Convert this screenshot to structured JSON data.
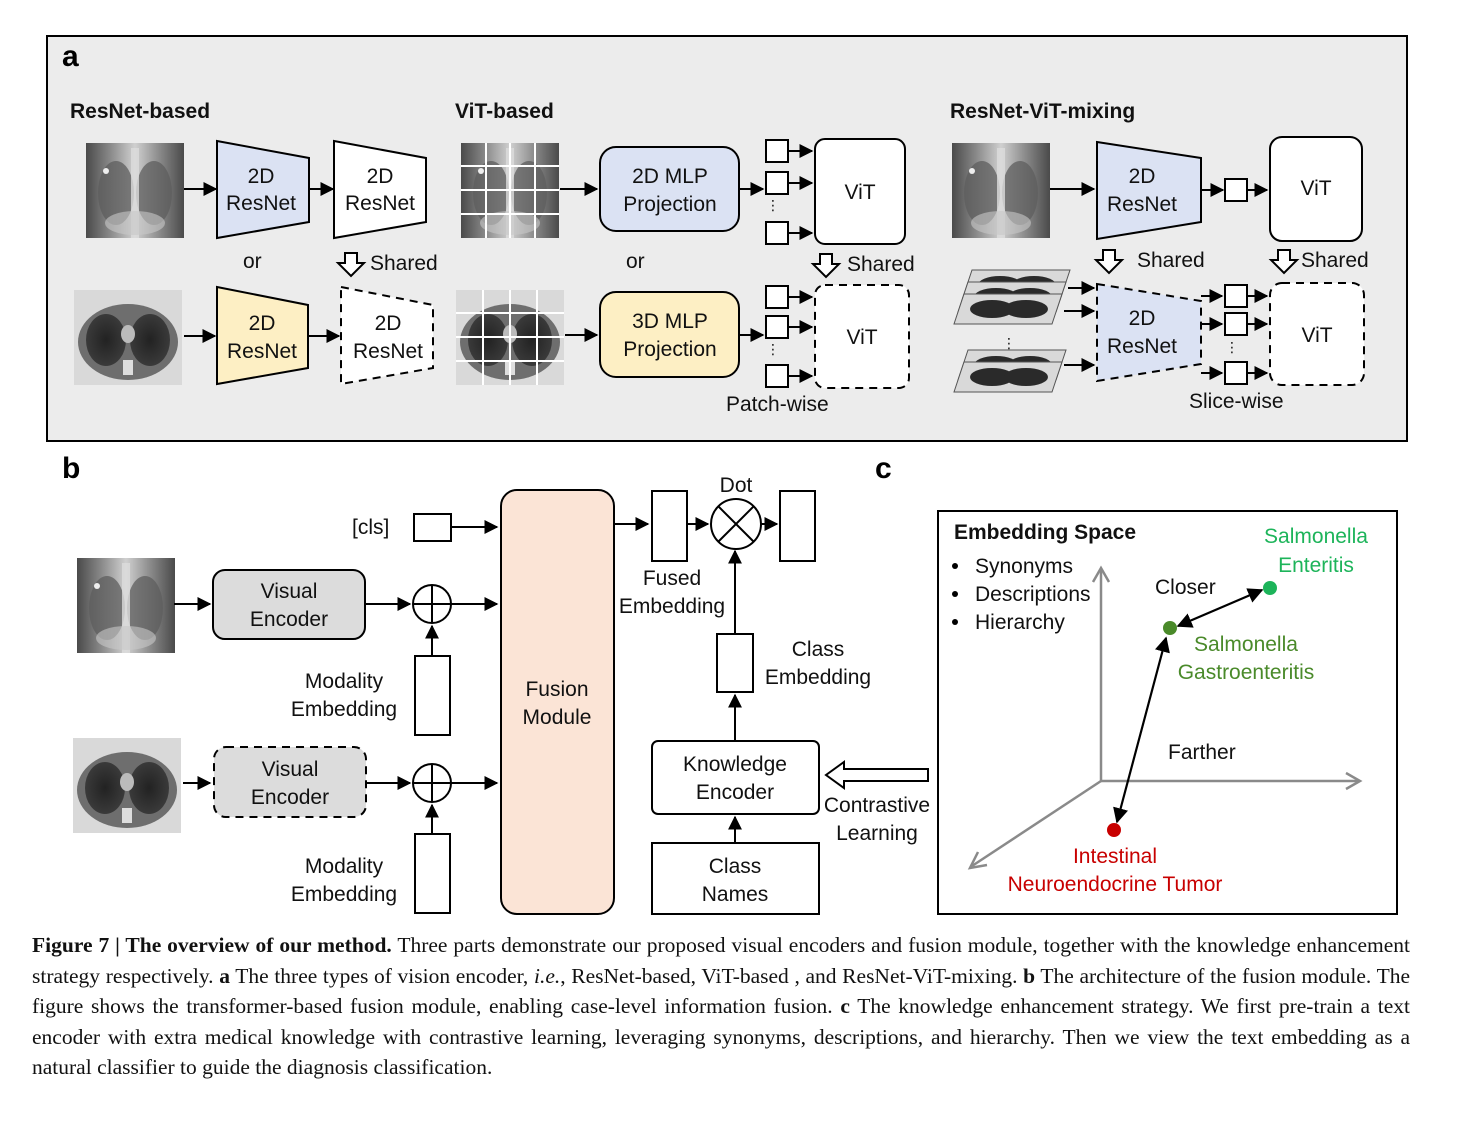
{
  "panel_a": {
    "letter": "a",
    "resnet_based": {
      "title": "ResNet-based",
      "block_2d": "2D",
      "block_resnet": "ResNet",
      "or_label": "or",
      "shared_label": "Shared"
    },
    "vit_based": {
      "title": "ViT-based",
      "mlp2d_line1": "2D MLP",
      "mlp3d_line1": "3D MLP",
      "projection": "Projection",
      "vit": "ViT",
      "or_label": "or",
      "shared_label": "Shared",
      "patch_wise": "Patch-wise"
    },
    "mixing": {
      "title": "ResNet-ViT-mixing",
      "block_2d": "2D",
      "block_resnet": "ResNet",
      "vit": "ViT",
      "shared_label": "Shared",
      "slice_wise": "Slice-wise"
    }
  },
  "panel_b": {
    "letter": "b",
    "cls": "[cls]",
    "visual": "Visual",
    "encoder": "Encoder",
    "modality": "Modality",
    "embedding": "Embedding",
    "fusion": "Fusion",
    "module": "Module",
    "fused": "Fused",
    "dot": "Dot",
    "class_word": "Class",
    "knowledge": "Knowledge",
    "names": "Names",
    "contrastive": "Contrastive",
    "learning": "Learning"
  },
  "panel_c": {
    "letter": "c",
    "title": "Embedding Space",
    "bullets": [
      "Synonyms",
      "Descriptions",
      "Hierarchy"
    ],
    "closer": "Closer",
    "farther": "Farther",
    "point_enteritis": [
      "Salmonella",
      "Enteritis"
    ],
    "point_gastro": [
      "Salmonella",
      "Gastroenteritis"
    ],
    "point_tumor": [
      "Intestinal",
      "Neuroendocrine Tumor"
    ],
    "colors": {
      "enteritis": "#1db45a",
      "gastro": "#4a8a2a",
      "tumor": "#c80000"
    }
  },
  "colors": {
    "blue_block": "#dbe2f3",
    "yellow_block": "#fdefc4",
    "fusion_block": "#fbe4d6",
    "gray_block": "#dcdcdc",
    "panel_a_bg": "#ececec"
  },
  "caption": {
    "head": "Figure 7 | The overview of our method.",
    "t1": " Three parts demonstrate our proposed visual encoders and fusion module, together with the knowledge enhancement strategy respectively. ",
    "b_a": "a",
    "t2": " The three types of vision encoder, ",
    "ie": "i.e.",
    "t3": ", ResNet-based, ViT-based , and ResNet-ViT-mixing. ",
    "b_b": "b",
    "t4": " The architecture of the fusion module. The figure shows the transformer-based fusion module, enabling case-level information fusion. ",
    "b_c": "c",
    "t5": " The knowledge enhancement strategy. We first pre-train a text encoder with extra medical knowledge with contrastive learning, leveraging synonyms, descriptions, and hierarchy. Then we view the text embedding as a natural classifier to guide the diagnosis classification."
  }
}
